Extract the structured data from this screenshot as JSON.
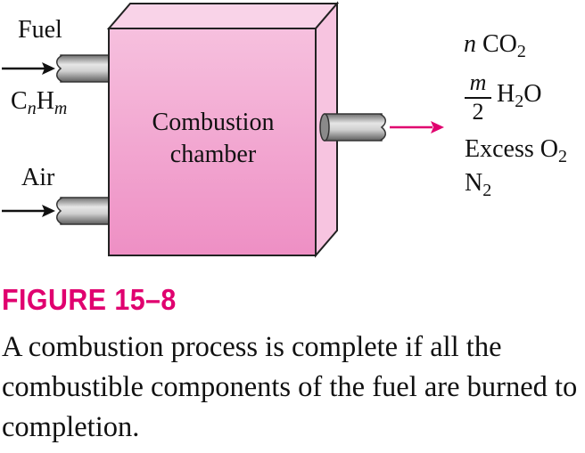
{
  "diagram": {
    "inputs": {
      "fuel_label": "Fuel",
      "fuel_formula": {
        "c": "C",
        "n": "n",
        "h": "H",
        "m": "m"
      },
      "air_label": "Air"
    },
    "chamber": {
      "line1": "Combustion",
      "line2": "chamber"
    },
    "products": {
      "co2": {
        "coef": "n",
        "species": "CO",
        "sub": "2"
      },
      "h2o": {
        "num": "m",
        "den": "2",
        "species": "H",
        "sub": "2",
        "tail": "O"
      },
      "o2": {
        "text": "Excess O",
        "sub": "2"
      },
      "n2": {
        "species": "N",
        "sub": "2"
      }
    },
    "colors": {
      "chamber_front": "#f3a8d2",
      "chamber_top": "#f9d3e8",
      "chamber_side": "#f7c4e0",
      "arrow_accent": "#e0006f",
      "pipe": "#a9a9a9"
    }
  },
  "figure": {
    "label": "FIGURE 15–8",
    "caption": "A combustion process is complete if all the combustible components of the fuel are burned to completion."
  }
}
